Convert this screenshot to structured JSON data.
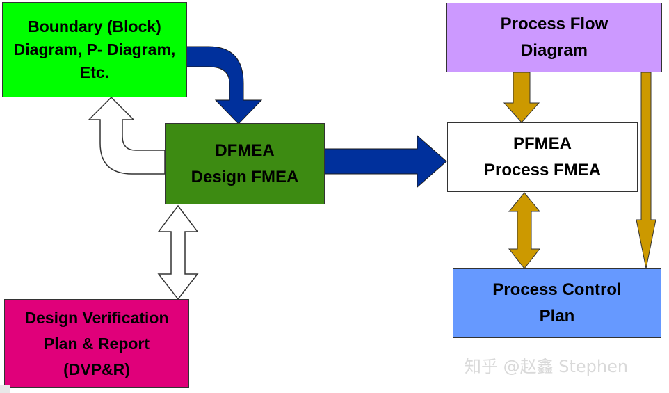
{
  "diagram": {
    "boxes": {
      "boundary": {
        "label": "Boundary (Block)\nDiagram, P- Diagram,\nEtc.",
        "fill": "#00ff00"
      },
      "dfmea": {
        "label": "DFMEA\nDesign FMEA",
        "fill": "#3d8b12"
      },
      "dvp": {
        "label": "Design Verification\nPlan & Report\n(DVP&R)",
        "fill": "#e0007a"
      },
      "pfd": {
        "label": "Process Flow\nDiagram",
        "fill": "#cc99ff"
      },
      "pfmea": {
        "label": "PFMEA\nProcess FMEA",
        "fill": "#ffffff"
      },
      "pcp": {
        "label": "Process Control\nPlan",
        "fill": "#6699ff"
      }
    },
    "arrow_colors": {
      "blue": "#00309c",
      "gold": "#cc9900",
      "outline": "#ffffff"
    },
    "connections": [
      {
        "from": "boundary",
        "to": "dfmea",
        "style": "blue"
      },
      {
        "from": "dfmea",
        "to": "boundary",
        "style": "outline"
      },
      {
        "from": "dfmea",
        "to": "dvp",
        "style": "outline",
        "bidirectional": true
      },
      {
        "from": "dfmea",
        "to": "pfmea",
        "style": "blue"
      },
      {
        "from": "pfd",
        "to": "pfmea",
        "style": "gold"
      },
      {
        "from": "pfmea",
        "to": "pcp",
        "style": "gold",
        "bidirectional": true
      },
      {
        "from": "pfd",
        "to": "pcp",
        "style": "gold"
      }
    ]
  },
  "watermark": "知乎 @赵鑫 Stephen"
}
